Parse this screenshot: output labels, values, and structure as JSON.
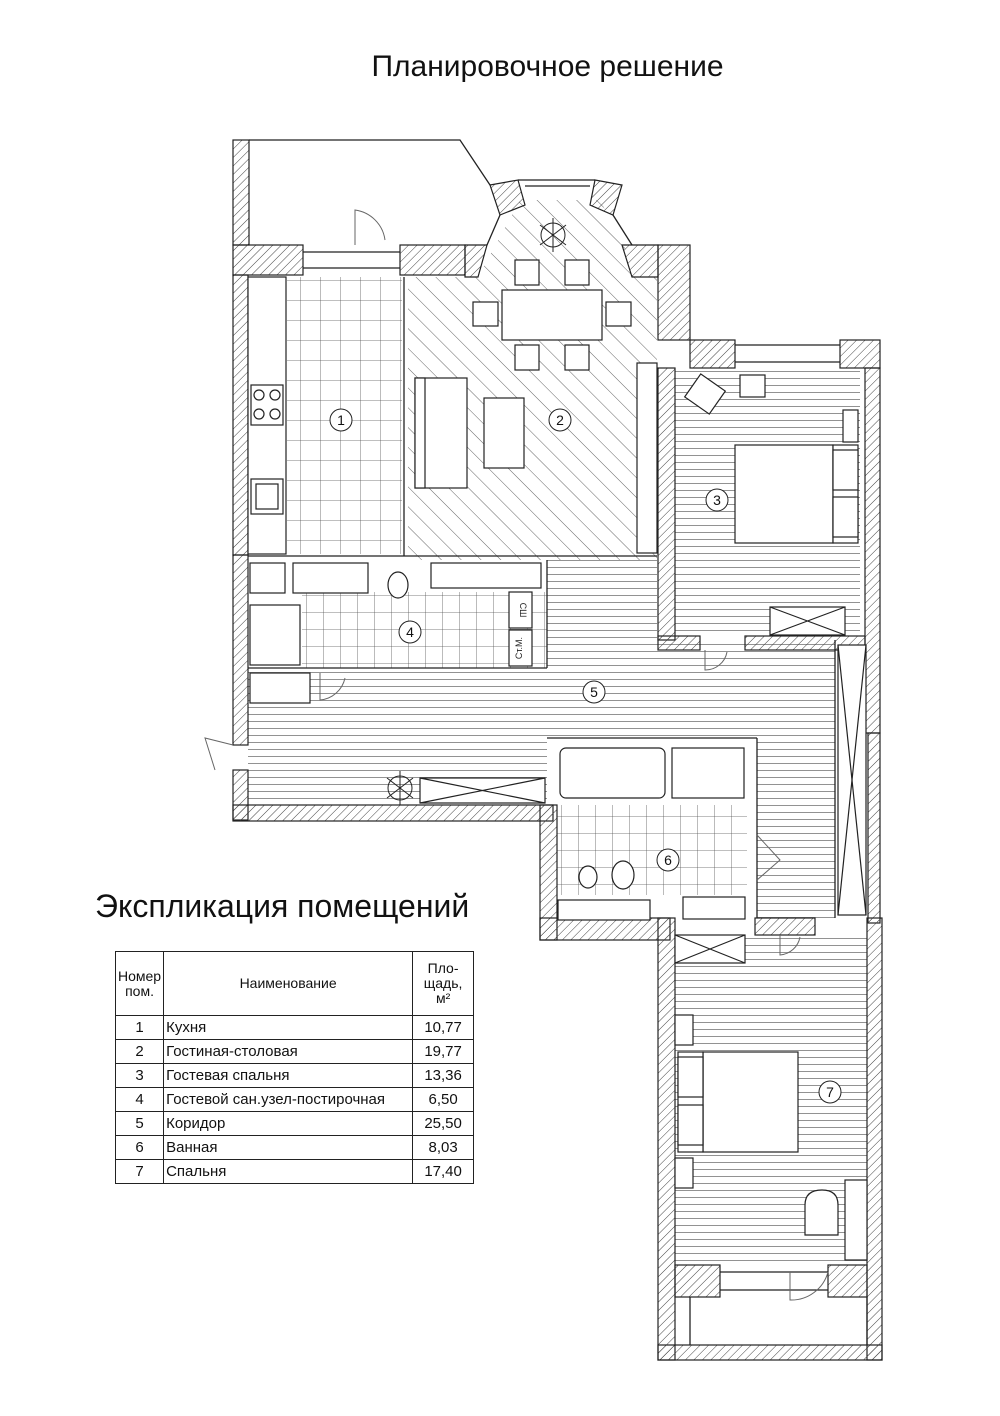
{
  "title": "Планировочное решение",
  "explication": {
    "title": "Экспликация помещений",
    "headers": {
      "number": "Номер пом.",
      "name": "Наименование",
      "area": "Пло-щадь, м²"
    },
    "rows": [
      {
        "num": "1",
        "name": "Кухня",
        "area": "10,77"
      },
      {
        "num": "2",
        "name": "Гостиная-столовая",
        "area": "19,77"
      },
      {
        "num": "3",
        "name": "Гостевая спальня",
        "area": "13,36"
      },
      {
        "num": "4",
        "name": "Гостевой сан.узел-постирочная",
        "area": "6,50"
      },
      {
        "num": "5",
        "name": "Коридор",
        "area": "25,50"
      },
      {
        "num": "6",
        "name": "Ванная",
        "area": "8,03"
      },
      {
        "num": "7",
        "name": "Спальня",
        "area": "17,40"
      }
    ]
  },
  "plan_labels": {
    "room1": "1",
    "room2": "2",
    "room3": "3",
    "room4": "4",
    "room5": "5",
    "room6": "6",
    "room7": "7",
    "shaft": "СШ",
    "washer": "Ст.М."
  },
  "colors": {
    "line": "#222222",
    "hatch": "#555555",
    "bg": "#ffffff"
  }
}
